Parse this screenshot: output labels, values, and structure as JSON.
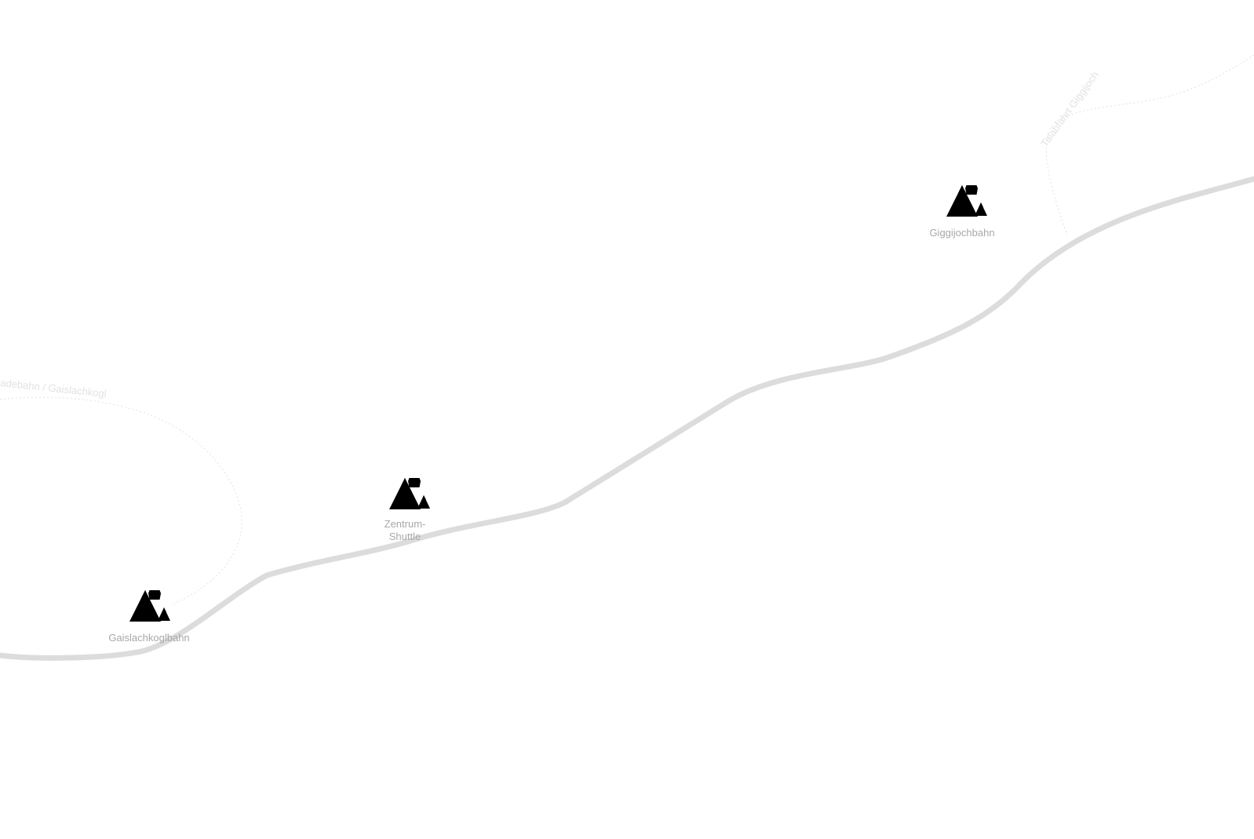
{
  "map": {
    "stations": [
      {
        "id": "gaislachkoglbahn",
        "label_lines": [
          "Gaislachkoglbahn"
        ],
        "icon": "gondola-lift-icon"
      },
      {
        "id": "zentrum-shuttle",
        "label_lines": [
          "Zentrum-",
          "Shuttle"
        ],
        "icon": "gondola-lift-icon"
      },
      {
        "id": "giggijochbahn",
        "label_lines": [
          "Giggijochbahn"
        ],
        "icon": "gondola-lift-icon"
      }
    ],
    "trails": [
      {
        "id": "trail-gaislachkogl",
        "label": "adebahn / Gaislachkogl"
      },
      {
        "id": "trail-giggijoch",
        "label": "Talabfahrt  Giggijoch"
      }
    ],
    "colors": {
      "road": "#dcdcdc",
      "icon": "#8d8d8d",
      "station_label": "#a8a8a8",
      "trail": "#e6e6e6",
      "background": "#ffffff"
    }
  }
}
